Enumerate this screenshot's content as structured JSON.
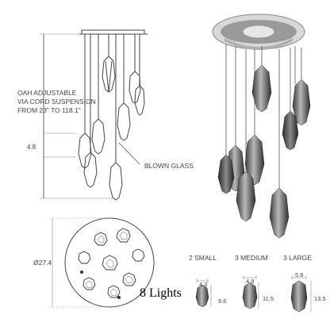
{
  "annotations": {
    "oah_line1": "OAH ADJUSTABLE",
    "oah_line2": "VIA CORD SUSPENSION",
    "oah_line3": "FROM 23\" TO 118.1\"",
    "dim_small_gap": "4.8",
    "blown_glass": "BLOWN GLASS",
    "diameter": "Ø27.4",
    "lights": "8 Lights"
  },
  "sizes": {
    "small": {
      "label": "2 SMALL",
      "width": "4.3",
      "height": "9.6"
    },
    "medium": {
      "label": "3 MEDIUM",
      "width": "4.9",
      "height": "11.5"
    },
    "large": {
      "label": "3 LARGE",
      "width": "5.8",
      "height": "13.5"
    }
  }
}
